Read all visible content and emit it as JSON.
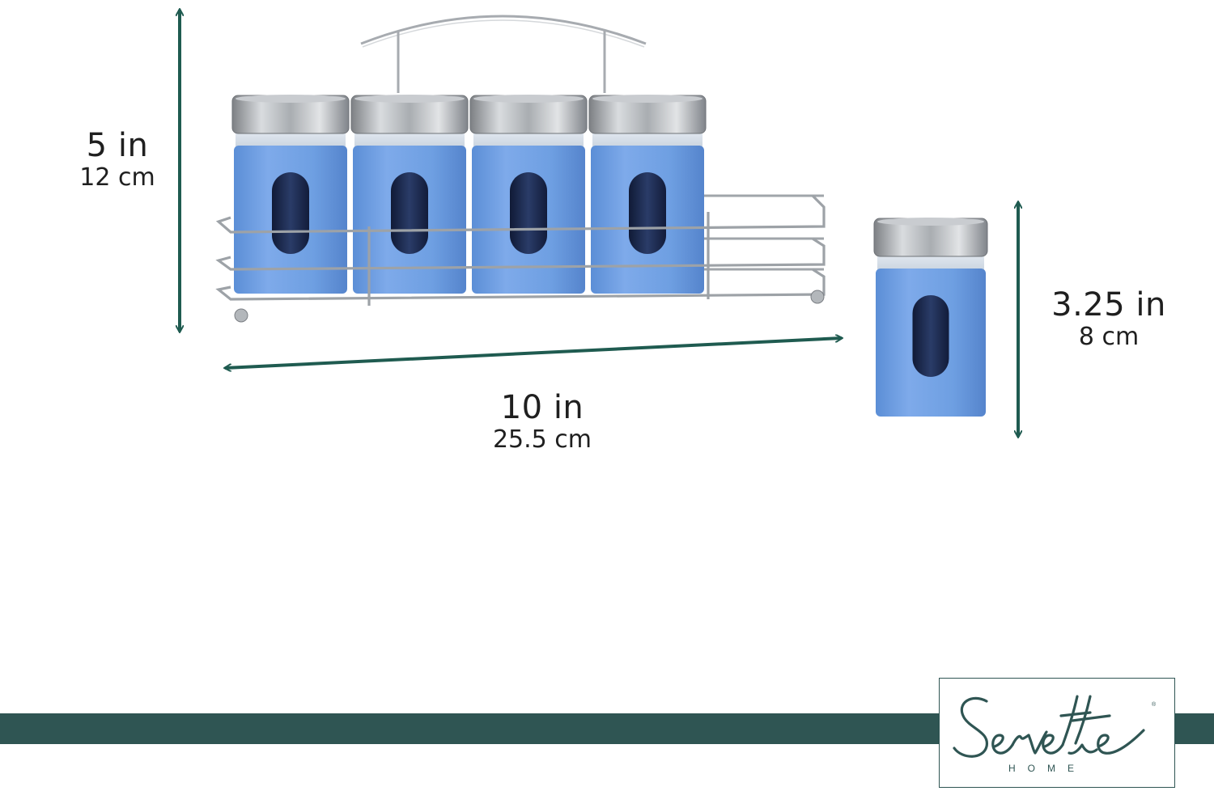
{
  "colors": {
    "accent": "#1f5b50",
    "band": "#2f5553",
    "shaker_blue": "#6f9fe0",
    "window": "#1c2c52",
    "chrome": "#b9bdc1"
  },
  "dimensions": {
    "rack_height": {
      "imperial": "5 in",
      "metric": "12 cm"
    },
    "rack_width": {
      "imperial": "10 in",
      "metric": "25.5 cm"
    },
    "shaker_height": {
      "imperial": "3.25 in",
      "metric": "8 cm"
    }
  },
  "brand": {
    "name": "Servette",
    "sub": "HOME"
  },
  "product": {
    "shakers_in_rack": 4,
    "single_shakers": 1
  }
}
